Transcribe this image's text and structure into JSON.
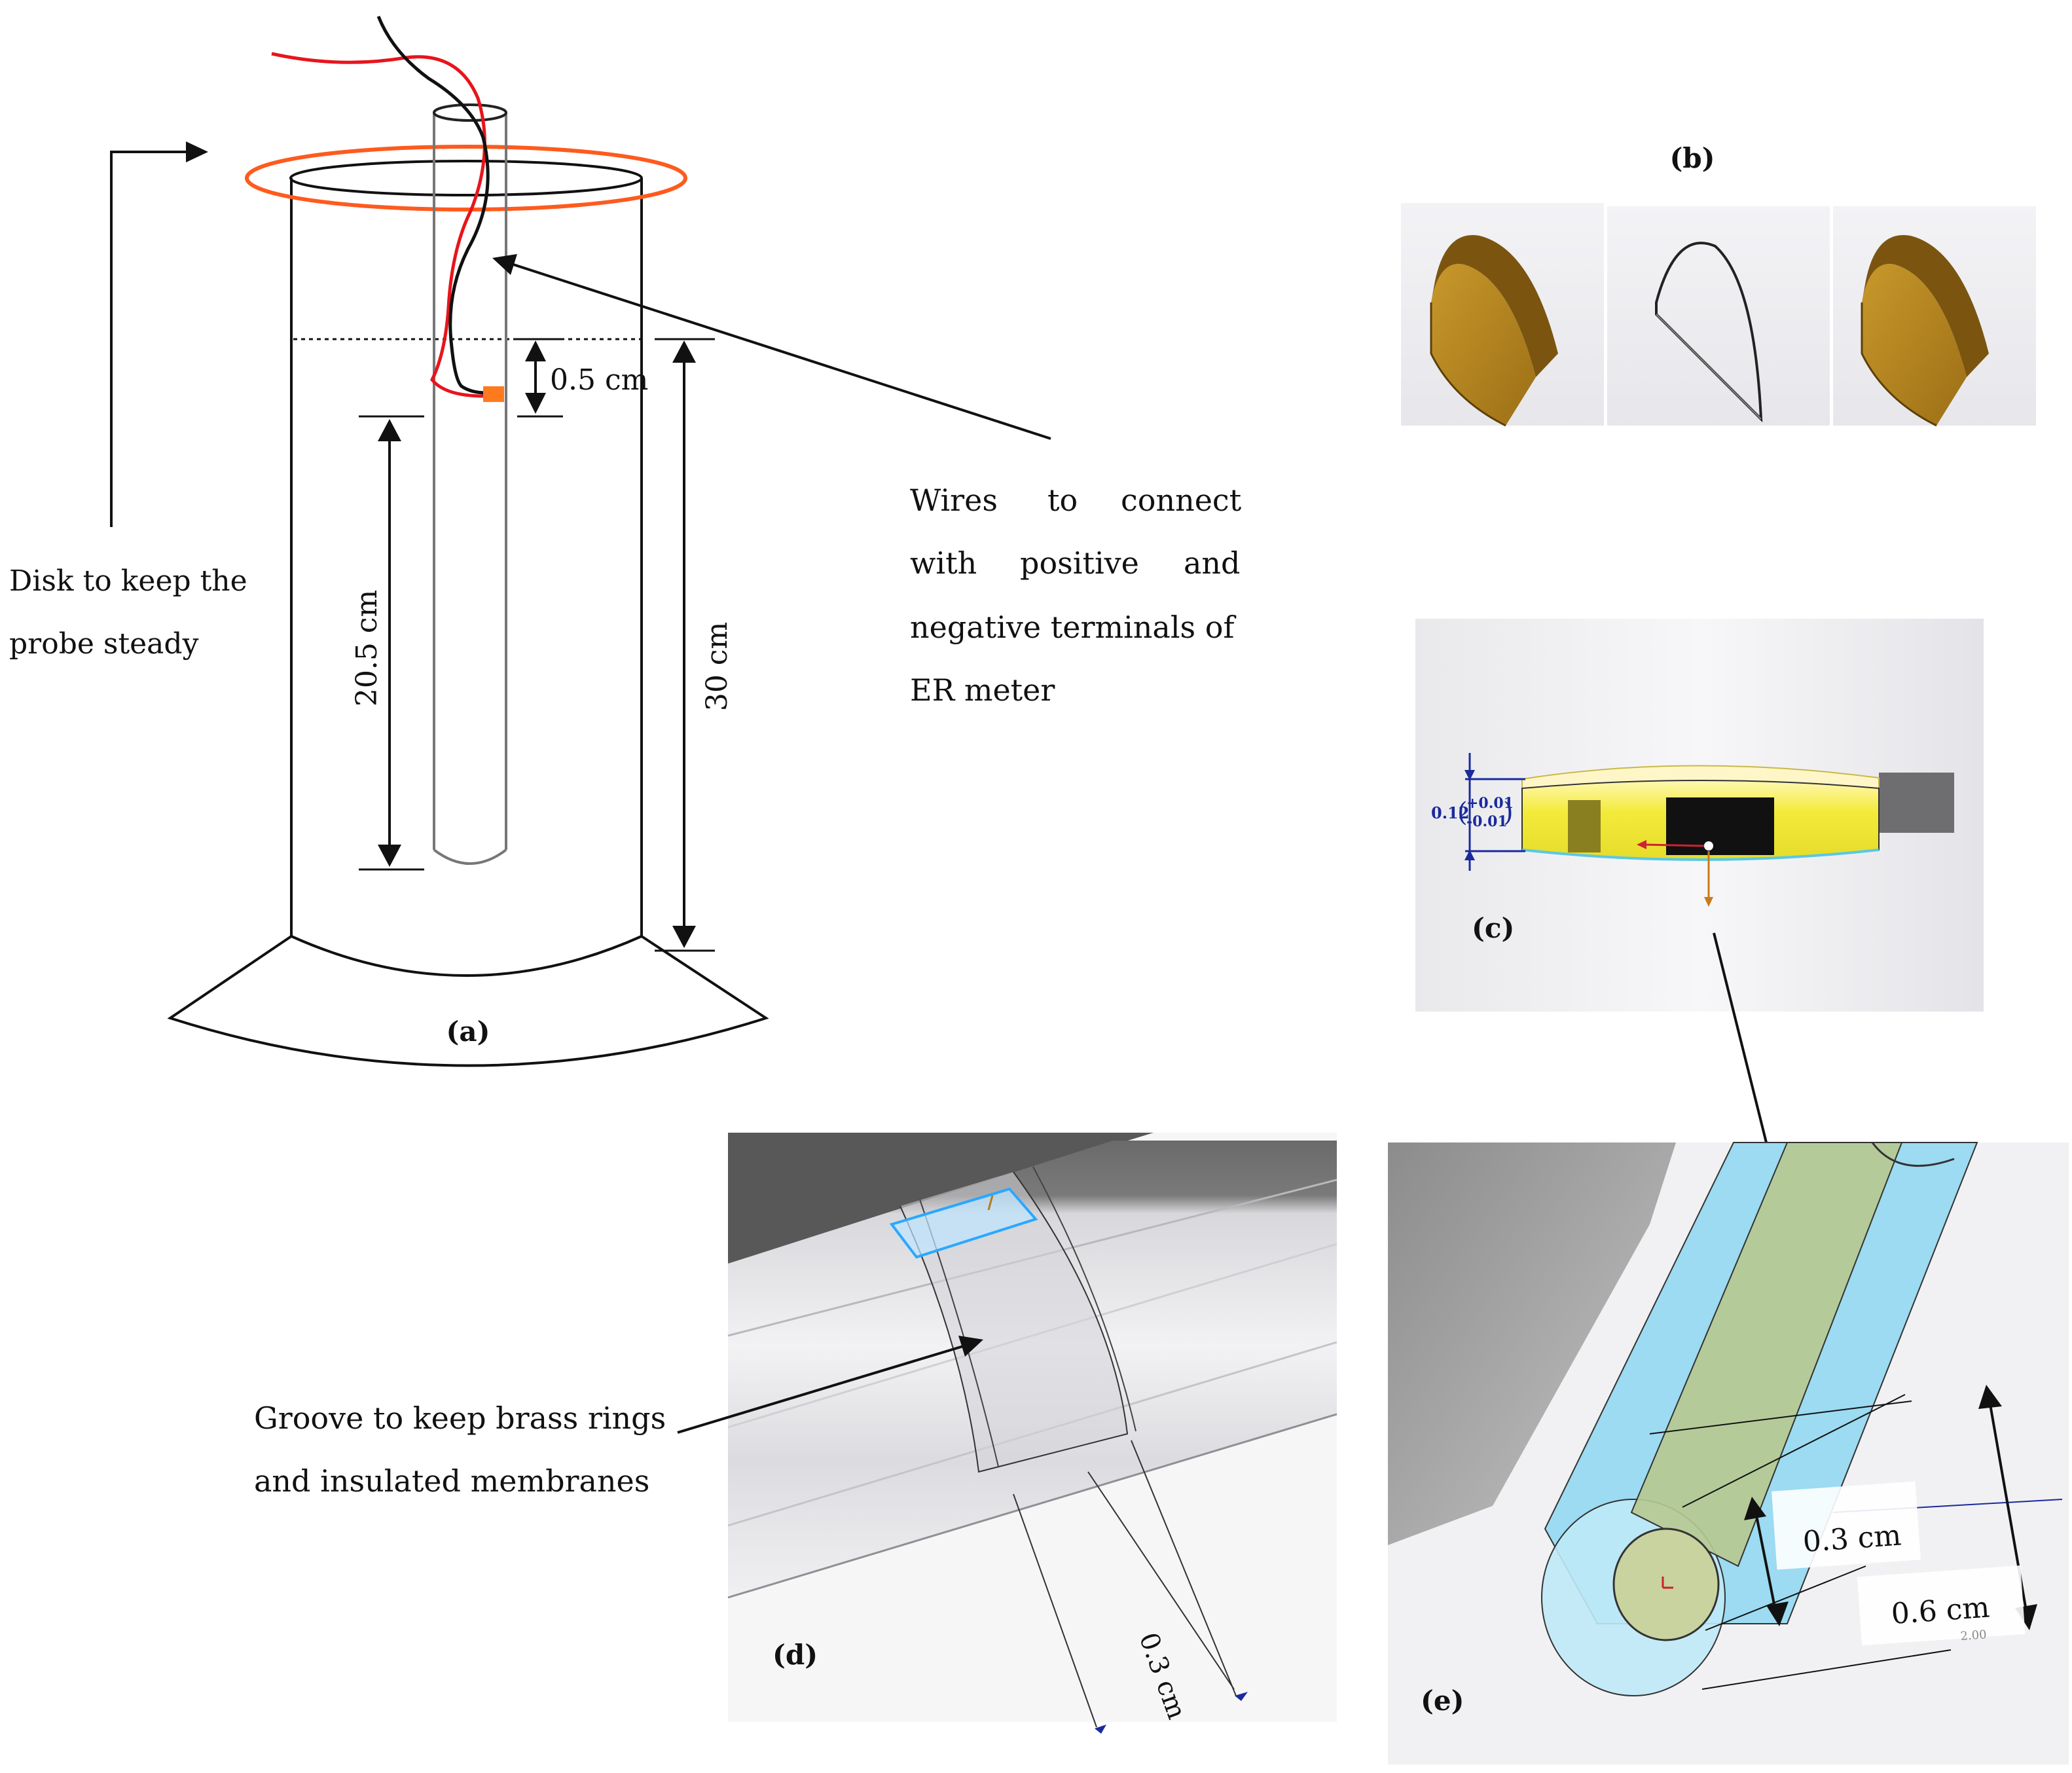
{
  "panels": {
    "a": {
      "caption": "(a)",
      "disk_label": [
        "Disk to keep the",
        "probe steady"
      ],
      "wires_label": [
        "Wires",
        "to",
        "connect",
        "with",
        "positive",
        "and",
        "negative terminals of",
        "ER meter"
      ],
      "dim_top": "0.5 cm",
      "dim_probe": "20.5 cm",
      "dim_total": "30 cm"
    },
    "b": {
      "caption": "(b)"
    },
    "c": {
      "caption": "(c)",
      "tolerance": "0.12",
      "tol_plus": "+0.01",
      "tol_minus": "-0.01"
    },
    "d": {
      "caption": "(d)",
      "groove_label": [
        "Groove to keep brass rings",
        "and insulated membranes"
      ],
      "dim_width": "0.3 cm"
    },
    "e": {
      "caption": "(e)",
      "dim_inner": "0.3 cm",
      "dim_outer": "0.6 cm",
      "small_note": "2.00"
    }
  },
  "colors": {
    "brass": "#a8791c",
    "disk_ring": "#ff5a1e",
    "wire_red": "#e8141c",
    "sleeve_blue": "#7fd3f0",
    "rod_green": "#b7c98f",
    "highlight_yellow": "#f3f06a"
  }
}
